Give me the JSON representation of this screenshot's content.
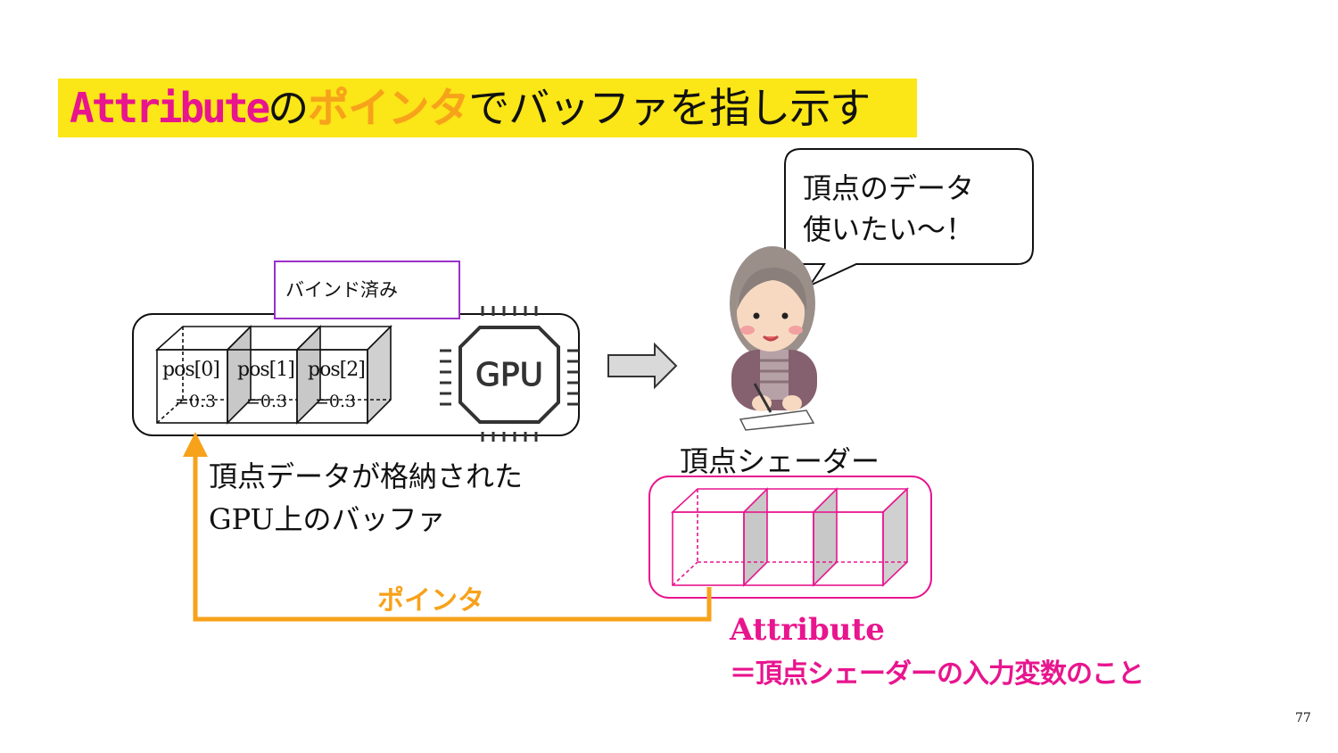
{
  "slide": {
    "title": {
      "part1": "Attribute",
      "part2": "の",
      "part3": "ポインタ",
      "part4": "でバッファを指し示す"
    },
    "speech_bubble": {
      "line1": "頂点のデータ",
      "line2": "使いたい～！"
    },
    "bound_label": "バインド済み",
    "gpu_chip_label": "GPU",
    "buffer": {
      "cells": [
        {
          "label": "pos[0]",
          "value": "=0.3"
        },
        {
          "label": "pos[1]",
          "value": "=0.3"
        },
        {
          "label": "pos[2]",
          "value": "=0.3"
        }
      ],
      "caption_line1": "頂点データが格納された",
      "caption_line2": "GPU上のバッファ"
    },
    "vertex_shader_title": "頂点シェーダー",
    "pointer_label": "ポインタ",
    "attribute": {
      "title": "Attribute",
      "description": "＝頂点シェーダーの入力変数のこと"
    },
    "page_number": "77",
    "colors": {
      "title_highlight": "#fbe618",
      "attribute_magenta": "#e8158e",
      "pointer_orange": "#f7a21b",
      "bound_box_purple": "#9b30c8"
    }
  }
}
